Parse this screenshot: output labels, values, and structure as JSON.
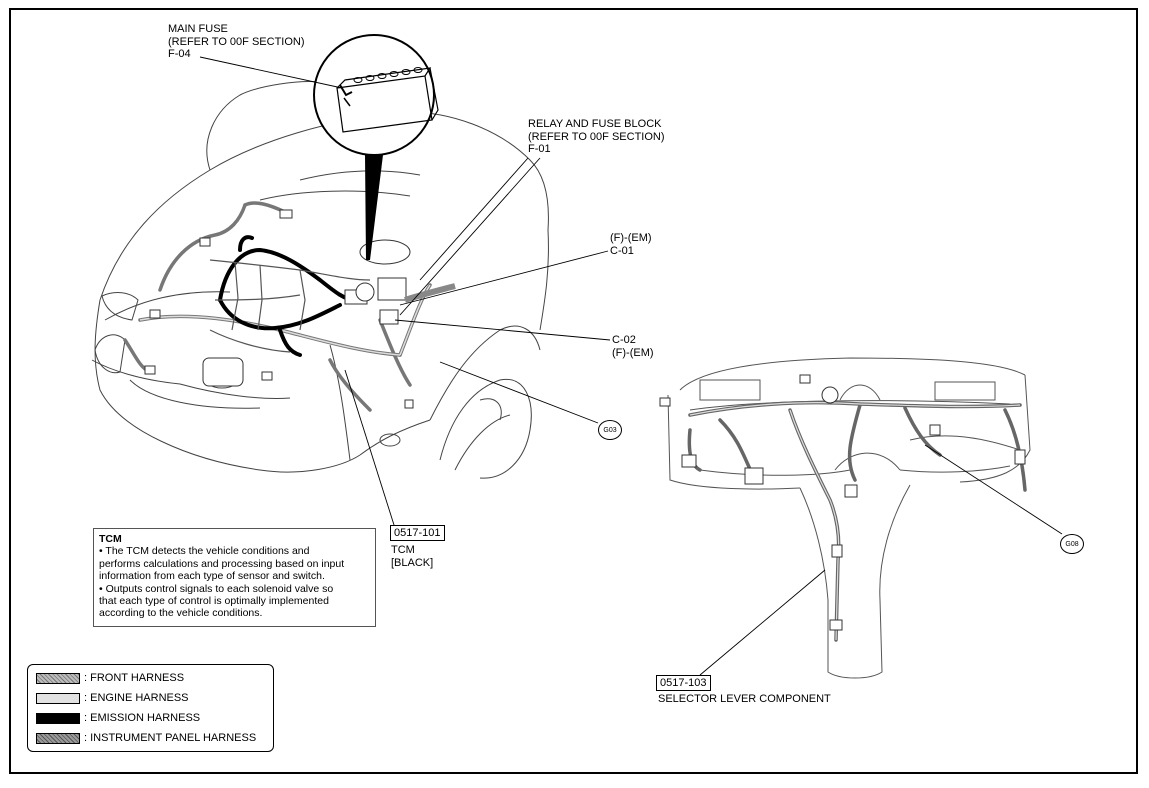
{
  "callouts": {
    "main_fuse": [
      "MAIN FUSE",
      "(REFER TO 00F SECTION)",
      "F-04"
    ],
    "relay_fuse": [
      "RELAY AND FUSE BLOCK",
      "(REFER TO 00F SECTION)",
      "F-01"
    ],
    "c01": [
      "(F)-(EM)",
      "C-01"
    ],
    "c02": [
      "C-02",
      "(F)-(EM)"
    ],
    "g03": "G03",
    "g08": "G08",
    "tcm_code": "0517-101",
    "tcm_label": [
      "TCM",
      "[BLACK]"
    ],
    "selector_code": "0517-103",
    "selector_label": "SELECTOR LEVER COMPONENT"
  },
  "tcm_note": {
    "title": "TCM",
    "lines": [
      "• The TCM detects the vehicle conditions and",
      "performs calculations and processing based on input",
      "information from each type of sensor and switch.",
      "• Outputs control signals to each solenoid valve so",
      "that each type of control is optimally implemented",
      "according to the vehicle conditions."
    ]
  },
  "legend": [
    {
      "label": ": FRONT HARNESS",
      "color": "#9a9a9a"
    },
    {
      "label": ": ENGINE HARNESS",
      "color": "#e2e2e2"
    },
    {
      "label": ": EMISSION HARNESS",
      "color": "#000000"
    },
    {
      "label": ": INSTRUMENT PANEL HARNESS",
      "color": "#7c7c7c"
    }
  ]
}
